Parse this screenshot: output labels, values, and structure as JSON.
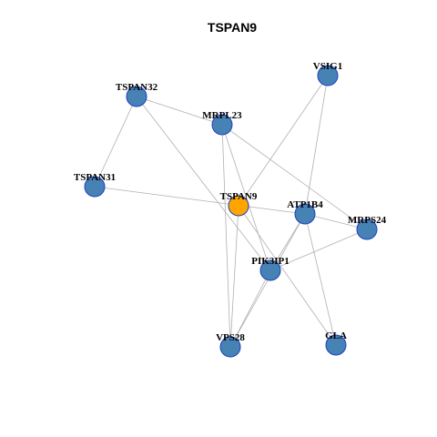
{
  "title": "TSPAN9",
  "colors": {
    "center": "#ffa500",
    "node": "#4682b4",
    "node_stroke": "#1f3fbf",
    "edge": "#b0b0b0"
  },
  "nodes": [
    {
      "id": "TSPAN9",
      "label": "TSPAN9",
      "center": true
    },
    {
      "id": "VSIG1",
      "label": "VSIG1"
    },
    {
      "id": "TSPAN32",
      "label": "TSPAN32"
    },
    {
      "id": "MRPL23",
      "label": "MRPL23"
    },
    {
      "id": "TSPAN31",
      "label": "TSPAN31"
    },
    {
      "id": "ATP1B4",
      "label": "ATP1B4"
    },
    {
      "id": "MRPS24",
      "label": "MRPS24"
    },
    {
      "id": "PIK3IP1",
      "label": "PIK3IP1"
    },
    {
      "id": "VPS28",
      "label": "VPS28"
    },
    {
      "id": "GLA",
      "label": "GLA"
    }
  ],
  "edges": [
    [
      "TSPAN32",
      "MRPL23"
    ],
    [
      "TSPAN32",
      "TSPAN31"
    ],
    [
      "TSPAN32",
      "PIK3IP1"
    ],
    [
      "TSPAN31",
      "ATP1B4"
    ],
    [
      "VSIG1",
      "TSPAN9"
    ],
    [
      "VSIG1",
      "ATP1B4"
    ],
    [
      "MRPL23",
      "PIK3IP1"
    ],
    [
      "MRPL23",
      "MRPS24"
    ],
    [
      "MRPL23",
      "VPS28"
    ],
    [
      "TSPAN9",
      "VPS28"
    ],
    [
      "TSPAN9",
      "GLA"
    ],
    [
      "ATP1B4",
      "PIK3IP1"
    ],
    [
      "ATP1B4",
      "VPS28"
    ],
    [
      "ATP1B4",
      "GLA"
    ],
    [
      "ATP1B4",
      "MRPS24"
    ],
    [
      "PIK3IP1",
      "MRPS24"
    ],
    [
      "PIK3IP1",
      "VPS28"
    ]
  ]
}
